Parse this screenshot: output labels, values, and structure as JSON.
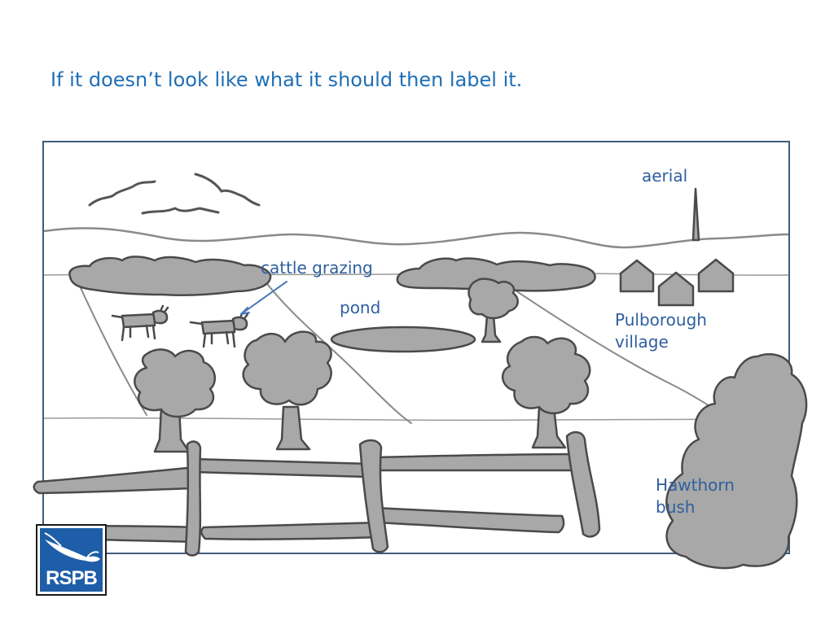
{
  "slide": {
    "heading": "If it doesn’t look like what it should then label it."
  },
  "diagram": {
    "labels": {
      "aerial": "aerial",
      "cattle": "cattle grazing",
      "pond": "pond",
      "village_line1": "Pulborough",
      "village_line2": "village",
      "bush_line1": "Hawthorn",
      "bush_line2": "bush"
    }
  },
  "logo": {
    "text": "RSPB"
  },
  "colors": {
    "heading": "#1f6fb5",
    "label": "#2e5f9e",
    "frame": "#3f5c7d",
    "fill": "#a8a8a8",
    "stroke": "#4a4a4a",
    "logo_bg": "#1e5ea8"
  }
}
